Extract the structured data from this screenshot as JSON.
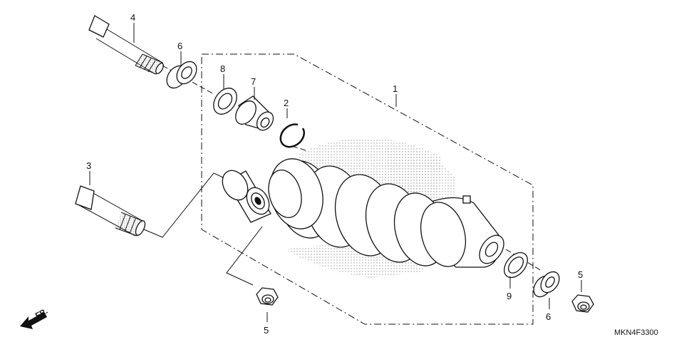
{
  "diagram": {
    "drawing_code": "MKN4F3300",
    "direction_label": "FR.",
    "callouts": {
      "c1": "1",
      "c2": "2",
      "c3": "3",
      "c4": "4",
      "c5a": "5",
      "c5b": "5",
      "c6a": "6",
      "c6b": "6",
      "c7": "7",
      "c8": "8",
      "c9": "9"
    }
  },
  "colors": {
    "ink": "#111111",
    "paper": "#ffffff",
    "stipple": "#999999"
  }
}
